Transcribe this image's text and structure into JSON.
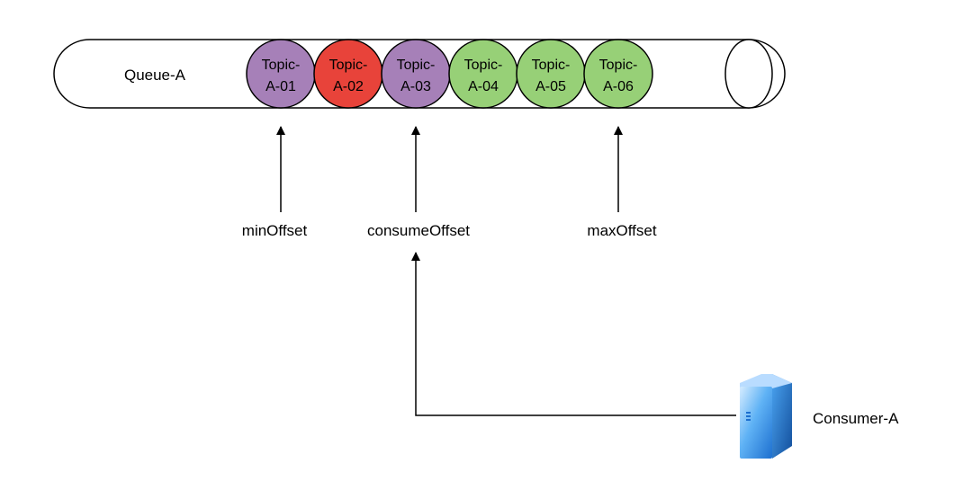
{
  "queue": {
    "label": "Queue-A",
    "topics": [
      {
        "line1": "Topic-",
        "line2": "A-01",
        "color": "#a680b8",
        "state": "consumed"
      },
      {
        "line1": "Topic-",
        "line2": "A-02",
        "color": "#e8433a",
        "state": "consumed"
      },
      {
        "line1": "Topic-",
        "line2": "A-03",
        "color": "#a680b8",
        "state": "consumed"
      },
      {
        "line1": "Topic-",
        "line2": "A-04",
        "color": "#97d077",
        "state": "pending"
      },
      {
        "line1": "Topic-",
        "line2": "A-05",
        "color": "#97d077",
        "state": "pending"
      },
      {
        "line1": "Topic-",
        "line2": "A-06",
        "color": "#97d077",
        "state": "pending"
      }
    ]
  },
  "offsets": {
    "min": {
      "label": "minOffset",
      "points_to": "A-01"
    },
    "consume": {
      "label": "consumeOffset",
      "points_to": "A-03"
    },
    "max": {
      "label": "maxOffset",
      "points_to": "A-06"
    }
  },
  "consumer": {
    "label": "Consumer-A",
    "icon": "server-icon",
    "points_to": "consumeOffset"
  },
  "colors": {
    "stroke": "#000000",
    "queue_fill": "#ffffff",
    "server_light": "#d6ecff",
    "server_mid": "#4aa3f0",
    "server_dark": "#1d6fcf"
  }
}
